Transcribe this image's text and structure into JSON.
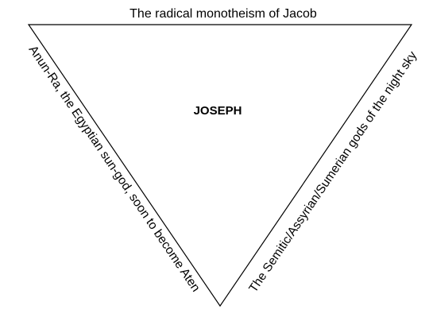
{
  "diagram": {
    "top_label": "The radical monotheism of Jacob",
    "left_label": "Anun-Ra, the Egyptian sun-god, soon to become Aten",
    "right_label": "The Semitic/Assyrian/Sumerian gods of the night sky",
    "center_label": "JOSEPH"
  },
  "colors": {
    "stroke": "#000000",
    "text": "#000000",
    "background": "#ffffff"
  }
}
